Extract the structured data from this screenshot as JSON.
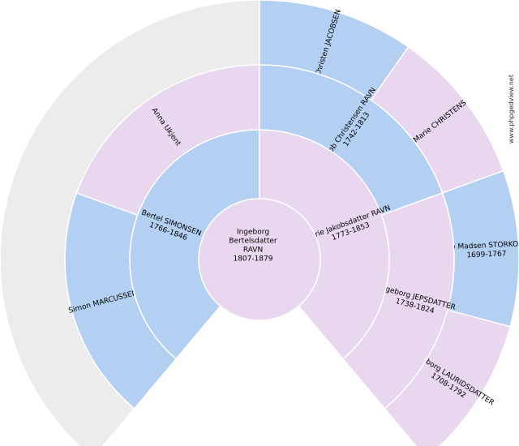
{
  "colors": {
    "male": "#b3d0f2",
    "female": "#e9d6ef",
    "unknown": "#ececec"
  },
  "watermark": "www.phpgedview.net",
  "people": {
    "root": {
      "lines": [
        "Ingeborg",
        "Bertelsdatter",
        "RAVN",
        "1807-1879"
      ],
      "sex": "female"
    },
    "g1_father": {
      "lines": [
        "Bertel SIMONSEN",
        "1766-1846"
      ],
      "sex": "male"
    },
    "g1_mother": {
      "lines": [
        "Marie Jakobsdatter RAVN",
        "1773-1853"
      ],
      "sex": "female"
    },
    "g2_ff": {
      "lines": [
        "Simon MARCUSSEN"
      ],
      "sex": "male"
    },
    "g2_fm": {
      "lines": [
        "Anna Ukjent"
      ],
      "sex": "female"
    },
    "g2_mf": {
      "lines": [
        "Jakob Christensen RAVN",
        "1742-1813"
      ],
      "sex": "male"
    },
    "g2_mm": {
      "lines": [
        "Ingeborg JEPSDATTER",
        "1738-1824"
      ],
      "sex": "female"
    },
    "g3_fx": {
      "lines": [],
      "sex": "unknown"
    },
    "g3_mff": {
      "lines": [
        "Christen JACOBSEN"
      ],
      "sex": "male"
    },
    "g3_mfm": {
      "lines": [
        "Marie CHRISTENS"
      ],
      "sex": "female"
    },
    "g3_mmf": {
      "lines": [
        "Jep Madsen STORKORS",
        "1699-1767"
      ],
      "sex": "male"
    },
    "g3_mmm": {
      "lines": [
        "Ingeborg LAURIDSDATTER",
        "1708-1792"
      ],
      "sex": "female"
    }
  }
}
